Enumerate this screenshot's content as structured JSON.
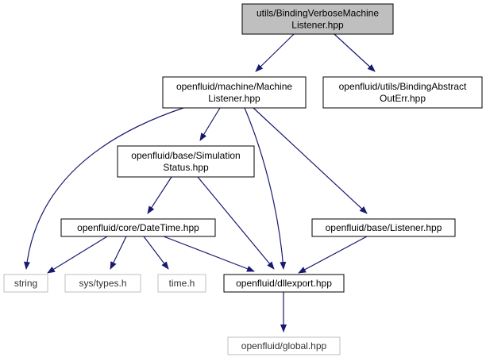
{
  "diagram": {
    "nodes": [
      {
        "id": "root",
        "lines": [
          "utils/BindingVerboseMachine",
          "Listener.hpp"
        ],
        "style": "root"
      },
      {
        "id": "machine_listener",
        "lines": [
          "openfluid/machine/Machine",
          "Listener.hpp"
        ],
        "style": "normal"
      },
      {
        "id": "binding_abstract",
        "lines": [
          "openfluid/utils/BindingAbstract",
          "OutErr.hpp"
        ],
        "style": "normal"
      },
      {
        "id": "simulation_status",
        "lines": [
          "openfluid/base/Simulation",
          "Status.hpp"
        ],
        "style": "normal"
      },
      {
        "id": "datetime",
        "lines": [
          "openfluid/core/DateTime.hpp"
        ],
        "style": "normal"
      },
      {
        "id": "listener",
        "lines": [
          "openfluid/base/Listener.hpp"
        ],
        "style": "normal"
      },
      {
        "id": "string",
        "lines": [
          "string"
        ],
        "style": "external"
      },
      {
        "id": "sys_types",
        "lines": [
          "sys/types.h"
        ],
        "style": "external"
      },
      {
        "id": "time_h",
        "lines": [
          "time.h"
        ],
        "style": "external"
      },
      {
        "id": "dllexport",
        "lines": [
          "openfluid/dllexport.hpp"
        ],
        "style": "normal"
      },
      {
        "id": "global",
        "lines": [
          "openfluid/global.hpp"
        ],
        "style": "external"
      }
    ],
    "edges": [
      {
        "from": "root",
        "to": "machine_listener"
      },
      {
        "from": "root",
        "to": "binding_abstract"
      },
      {
        "from": "machine_listener",
        "to": "string"
      },
      {
        "from": "machine_listener",
        "to": "simulation_status"
      },
      {
        "from": "machine_listener",
        "to": "dllexport"
      },
      {
        "from": "machine_listener",
        "to": "listener"
      },
      {
        "from": "simulation_status",
        "to": "datetime"
      },
      {
        "from": "simulation_status",
        "to": "dllexport"
      },
      {
        "from": "datetime",
        "to": "string"
      },
      {
        "from": "datetime",
        "to": "sys_types"
      },
      {
        "from": "datetime",
        "to": "time_h"
      },
      {
        "from": "datetime",
        "to": "dllexport"
      },
      {
        "from": "listener",
        "to": "dllexport"
      },
      {
        "from": "dllexport",
        "to": "global"
      }
    ],
    "colors": {
      "edge": "#191970",
      "root_fill": "#bfbfbf",
      "normal_border": "#000000",
      "external_border": "#bfbfbf",
      "text": "#000000"
    }
  }
}
